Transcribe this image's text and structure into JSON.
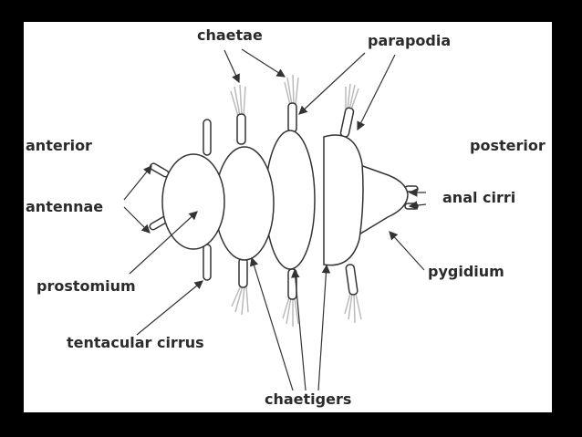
{
  "labels": {
    "chaetae": "chaetae",
    "parapodia": "parapodia",
    "anterior": "anterior",
    "posterior": "posterior",
    "antennae": "antennae",
    "anal_cirri": "anal cirri",
    "prostomium": "prostomium",
    "pygidium": "pygidium",
    "tentacular_cirrus": "tentacular cirrus",
    "chaetigers": "chaetigers"
  },
  "colors": {
    "frame": "#000000",
    "background": "#ffffff",
    "line": "#333333",
    "bristle": "#bbbbbb",
    "text": "#2b2b2b"
  }
}
